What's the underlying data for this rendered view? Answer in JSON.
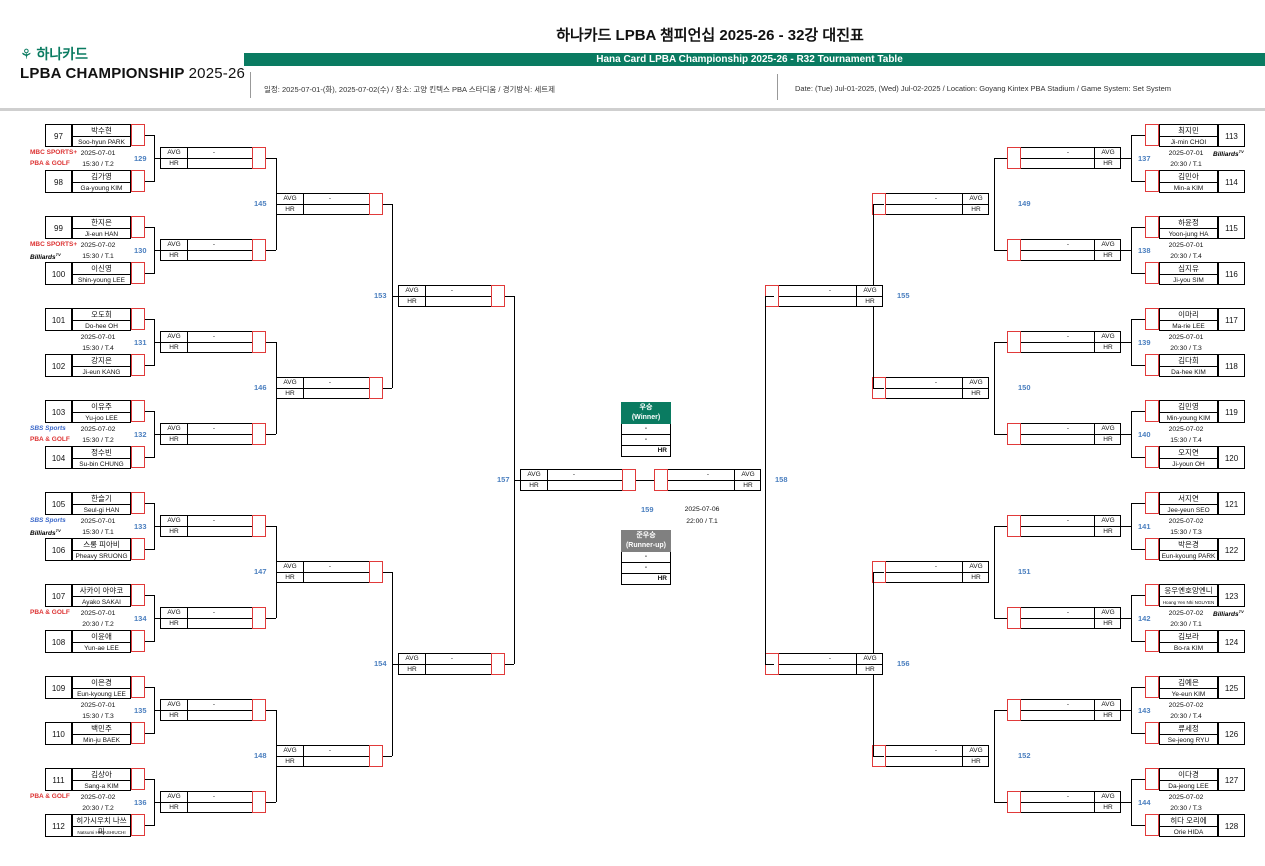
{
  "header": {
    "title_ko": "하나카드 LPBA 챔피언십 2025-26 - 32강 대진표",
    "title_en": "Hana Card LPBA Championship 2025-26 - R32 Tournament Table",
    "logo_top": "하나카드",
    "logo_main": "LPBA CHAMPIONSHIP",
    "logo_year": "2025-26",
    "info_ko": "일정: 2025-07-01-(화), 2025-07-02(수) / 장소: 고양 킨텍스 PBA 스타디움 / 경기방식: 세트제",
    "info_en": "Date: (Tue) Jul-01-2025, (Wed) Jul-02-2025 / Location: Goyang Kintex PBA Stadium / Game System: Set System"
  },
  "labels": {
    "avg": "AVG",
    "hr": "HR",
    "dash": "-"
  },
  "broadcasters": {
    "mbc": "MBC SPORTS+",
    "pba": "PBA & GOLF",
    "sbs": "SBS Sports",
    "billiards": "Billiards",
    "tv": "TV"
  },
  "left": [
    {
      "match": "129",
      "date": "2025-07-01",
      "time": "15:30 / T.2",
      "bc": [
        "mbc",
        "pba"
      ],
      "p1": {
        "num": "97",
        "ko": "박수현",
        "en": "Soo-hyun PARK"
      },
      "p2": {
        "num": "98",
        "ko": "김가영",
        "en": "Ga-young KIM"
      }
    },
    {
      "match": "130",
      "date": "2025-07-02",
      "time": "15:30 / T.1",
      "bc": [
        "mbc",
        "billiards"
      ],
      "p1": {
        "num": "99",
        "ko": "한지은",
        "en": "Ji-eun HAN"
      },
      "p2": {
        "num": "100",
        "ko": "이신영",
        "en": "Shin-young LEE"
      }
    },
    {
      "match": "131",
      "date": "2025-07-01",
      "time": "15:30 / T.4",
      "bc": [],
      "p1": {
        "num": "101",
        "ko": "오도희",
        "en": "Do-hee OH"
      },
      "p2": {
        "num": "102",
        "ko": "강지은",
        "en": "Ji-eun KANG"
      }
    },
    {
      "match": "132",
      "date": "2025-07-02",
      "time": "15:30 / T.2",
      "bc": [
        "sbs",
        "pba"
      ],
      "p1": {
        "num": "103",
        "ko": "이유주",
        "en": "Yu-joo LEE"
      },
      "p2": {
        "num": "104",
        "ko": "정수빈",
        "en": "Su-bin CHUNG"
      }
    },
    {
      "match": "133",
      "date": "2025-07-01",
      "time": "15:30 / T.1",
      "bc": [
        "sbs",
        "billiards"
      ],
      "p1": {
        "num": "105",
        "ko": "한슬기",
        "en": "Seul-gi HAN"
      },
      "p2": {
        "num": "106",
        "ko": "스롱 피아비",
        "en": "Pheavy SRUONG"
      }
    },
    {
      "match": "134",
      "date": "2025-07-01",
      "time": "20:30 / T.2",
      "bc": [
        "pba"
      ],
      "p1": {
        "num": "107",
        "ko": "사카이 아야코",
        "en": "Ayako SAKAI"
      },
      "p2": {
        "num": "108",
        "ko": "이윤애",
        "en": "Yun-ae LEE"
      }
    },
    {
      "match": "135",
      "date": "2025-07-01",
      "time": "15:30 / T.3",
      "bc": [],
      "p1": {
        "num": "109",
        "ko": "이은경",
        "en": "Eun-kyoung LEE"
      },
      "p2": {
        "num": "110",
        "ko": "백민주",
        "en": "Min-ju BAEK"
      }
    },
    {
      "match": "136",
      "date": "2025-07-02",
      "time": "20:30 / T.2",
      "bc": [
        "pba"
      ],
      "p1": {
        "num": "111",
        "ko": "김상아",
        "en": "Sang-a KIM"
      },
      "p2": {
        "num": "112",
        "ko": "히가시우치 나쓰미",
        "en": "Natsumi HIGASHIUCHI"
      }
    }
  ],
  "right": [
    {
      "match": "137",
      "date": "2025-07-01",
      "time": "20:30 / T.1",
      "bc": [
        "billiards"
      ],
      "p1": {
        "num": "113",
        "ko": "최지민",
        "en": "Ji-min CHOI"
      },
      "p2": {
        "num": "114",
        "ko": "김민아",
        "en": "Min-a KIM"
      }
    },
    {
      "match": "138",
      "date": "2025-07-01",
      "time": "20:30 / T.4",
      "bc": [],
      "p1": {
        "num": "115",
        "ko": "하윤정",
        "en": "Yoon-jung HA"
      },
      "p2": {
        "num": "116",
        "ko": "심지유",
        "en": "Ji-you SIM"
      }
    },
    {
      "match": "139",
      "date": "2025-07-01",
      "time": "20:30 / T.3",
      "bc": [],
      "p1": {
        "num": "117",
        "ko": "이마리",
        "en": "Ma-rie LEE"
      },
      "p2": {
        "num": "118",
        "ko": "김다희",
        "en": "Da-hee KIM"
      }
    },
    {
      "match": "140",
      "date": "2025-07-02",
      "time": "15:30 / T.4",
      "bc": [],
      "p1": {
        "num": "119",
        "ko": "김민영",
        "en": "Min-young KIM"
      },
      "p2": {
        "num": "120",
        "ko": "오지연",
        "en": "Ji-youn OH"
      }
    },
    {
      "match": "141",
      "date": "2025-07-02",
      "time": "15:30 / T.3",
      "bc": [],
      "p1": {
        "num": "121",
        "ko": "서지연",
        "en": "Jee-yeun SEO"
      },
      "p2": {
        "num": "122",
        "ko": "박은경",
        "en": "Eun-kyoung PARK"
      }
    },
    {
      "match": "142",
      "date": "2025-07-02",
      "time": "20:30 / T.1",
      "bc": [
        "billiards"
      ],
      "p1": {
        "num": "123",
        "ko": "응우옌호앙옌니",
        "en": "Hoang Yen Nhi NGUYEN"
      },
      "p2": {
        "num": "124",
        "ko": "김보라",
        "en": "Bo-ra KIM"
      }
    },
    {
      "match": "143",
      "date": "2025-07-02",
      "time": "20:30 / T.4",
      "bc": [],
      "p1": {
        "num": "125",
        "ko": "김예은",
        "en": "Ye-eun KIM"
      },
      "p2": {
        "num": "126",
        "ko": "류세정",
        "en": "Se-jeong RYU"
      }
    },
    {
      "match": "144",
      "date": "2025-07-02",
      "time": "20:30 / T.3",
      "bc": [],
      "p1": {
        "num": "127",
        "ko": "이다경",
        "en": "Da-jeong LEE"
      },
      "p2": {
        "num": "128",
        "ko": "히다 오리에",
        "en": "Orie HIDA"
      }
    }
  ],
  "r16_left": [
    "145",
    "146",
    "147",
    "148"
  ],
  "r16_right": [
    "149",
    "150",
    "151",
    "152"
  ],
  "qf_left": [
    "153",
    "154"
  ],
  "qf_right": [
    "155",
    "156"
  ],
  "sf_left": "157",
  "sf_right": "158",
  "final": {
    "match": "159",
    "date": "2025-07-06",
    "time": "22:00 / T.1"
  },
  "winner": {
    "title_ko": "우승",
    "title_en": "(Winner)",
    "color": "#0a7b61"
  },
  "runnerup": {
    "title_ko": "준우승",
    "title_en": "(Runner-up)",
    "color": "#808080"
  },
  "colors": {
    "accent": "#0a7b61",
    "match_num": "#4b7fbf",
    "red": "#e03a3a"
  }
}
